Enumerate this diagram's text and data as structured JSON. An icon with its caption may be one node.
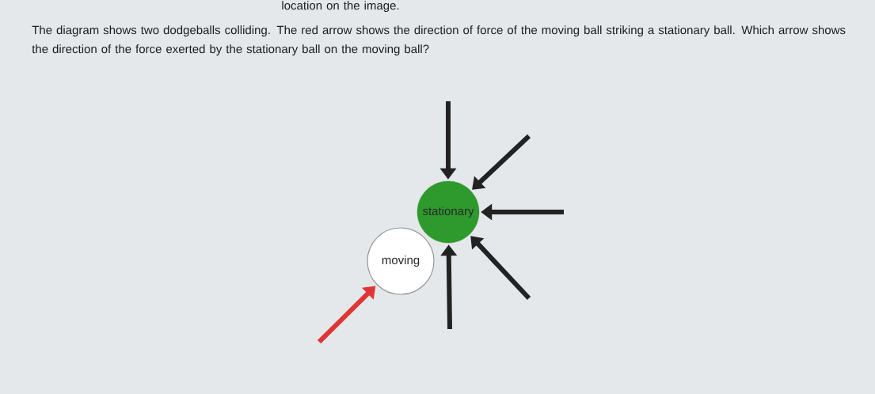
{
  "diagram": {
    "nodes": [
      {
        "text": [
          "stationary"
        ]
      },
      {
        "text": [
          "moving"
        ]
      }
    ],
    "edges": [
      {
        "from": null,
        "to": 0,
        "arrow": "to"
      },
      {
        "from": null,
        "to": 0,
        "arrow": "to"
      },
      {
        "from": null,
        "to": 0,
        "arrow": "to"
      },
      {
        "from": null,
        "to": 0,
        "arrow": "to"
      },
      {
        "from": null,
        "to": 0,
        "arrow": "to"
      },
      {
        "from": null,
        "to": 1,
        "arrow": "to",
        "color": "#e03535"
      }
    ],
    "labels": [
      "location on the image.",
      "The diagram shows two dodgeballs colliding. The red arrow shows the direction of force of the moving ball striking a stationary ball. Which arrow shows the direction of the force exerted by the stationary ball on the moving ball?"
    ]
  }
}
